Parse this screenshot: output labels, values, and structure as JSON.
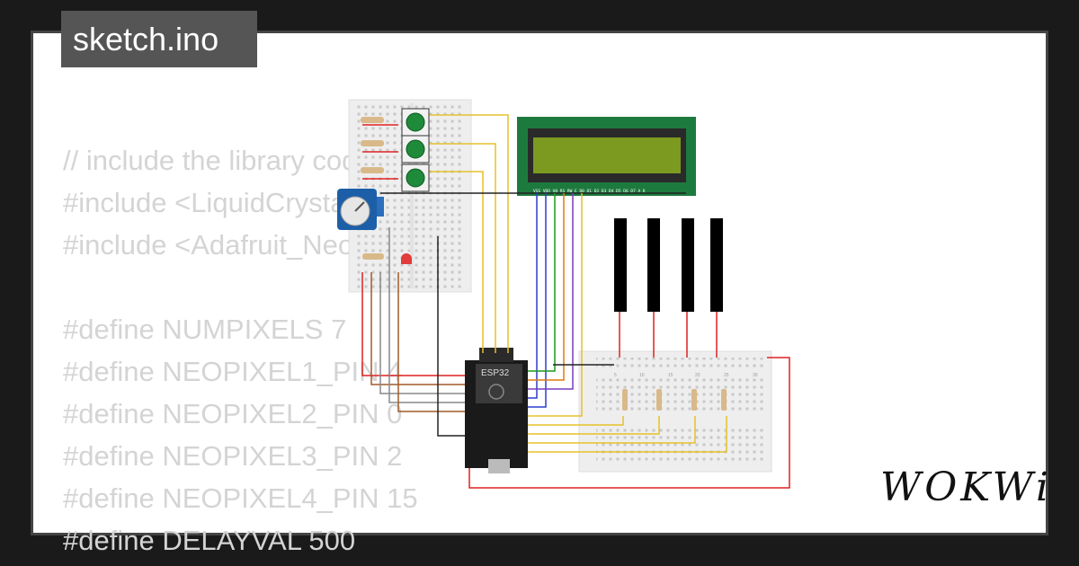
{
  "project": {
    "file_name": "sketch.ino"
  },
  "code": {
    "lines": [
      "// include the library code:",
      "#include <LiquidCrystal.h>",
      "#include <Adafruit_NeoPixel.h>",
      "",
      "#define NUMPIXELS 7",
      "#define NEOPIXEL1_PIN 4",
      "#define NEOPIXEL2_PIN 0",
      "#define NEOPIXEL3_PIN 2",
      "#define NEOPIXEL4_PIN 15",
      "#define DELAYVAL 500"
    ]
  },
  "board": {
    "label": "ESP32"
  },
  "lcd": {
    "pins_label": "VSS VDD V0 RS RW E D0 D1 D2 D3 D4 D5 D6 D7 A K"
  },
  "breadboard": {
    "column_numbers": [
      "5",
      "10",
      "15",
      "20",
      "25",
      "30"
    ]
  },
  "brand": {
    "logo_text": "WOKWi"
  },
  "colors": {
    "background": "#1a1a1a",
    "panel": "#ffffff",
    "badge": "#555555",
    "code_text": "#d4d4d4"
  }
}
